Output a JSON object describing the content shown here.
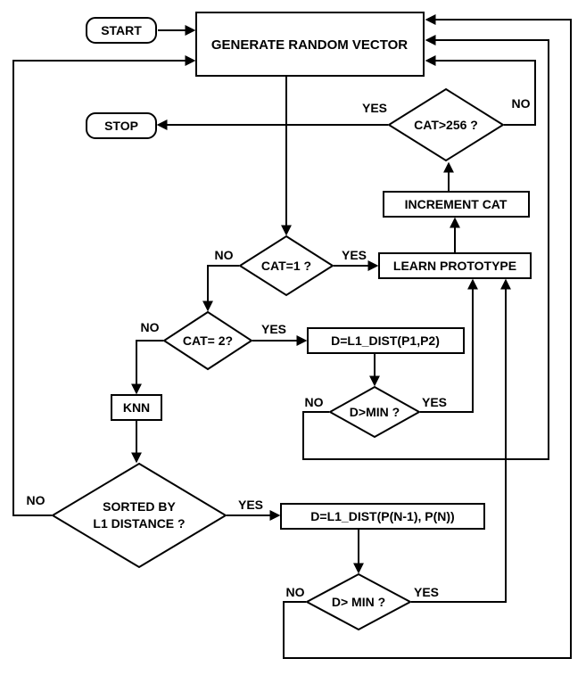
{
  "colors": {
    "line": "#000000",
    "background": "#ffffff",
    "node_fill": "#ffffff"
  },
  "nodes": {
    "start": "START",
    "generate": "GENERATE RANDOM VECTOR",
    "stop": "STOP",
    "cat_gt_256": "CAT>256 ?",
    "increment_cat": "INCREMENT CAT",
    "learn_prototype": "LEARN PROTOTYPE",
    "cat_eq_1": "CAT=1 ?",
    "cat_eq_2": "CAT= 2?",
    "dist_p1_p2": "D=L1_DIST(P1,P2)",
    "d_gt_min_1": "D>MIN ?",
    "knn": "KNN",
    "sorted_line1": "SORTED BY",
    "sorted_line2": "L1 DISTANCE ?",
    "dist_pn": "D=L1_DIST(P(N-1), P(N))",
    "d_gt_min_2": "D> MIN ?"
  },
  "edge_labels": {
    "cat1_yes": "YES",
    "cat1_no": "NO",
    "cat2_yes": "YES",
    "cat2_no": "NO",
    "cat256_yes": "YES",
    "cat256_no": "NO",
    "dmin1_yes": "YES",
    "dmin1_no": "NO",
    "sorted_yes": "YES",
    "sorted_no": "NO",
    "dmin2_yes": "YES",
    "dmin2_no": "NO"
  }
}
